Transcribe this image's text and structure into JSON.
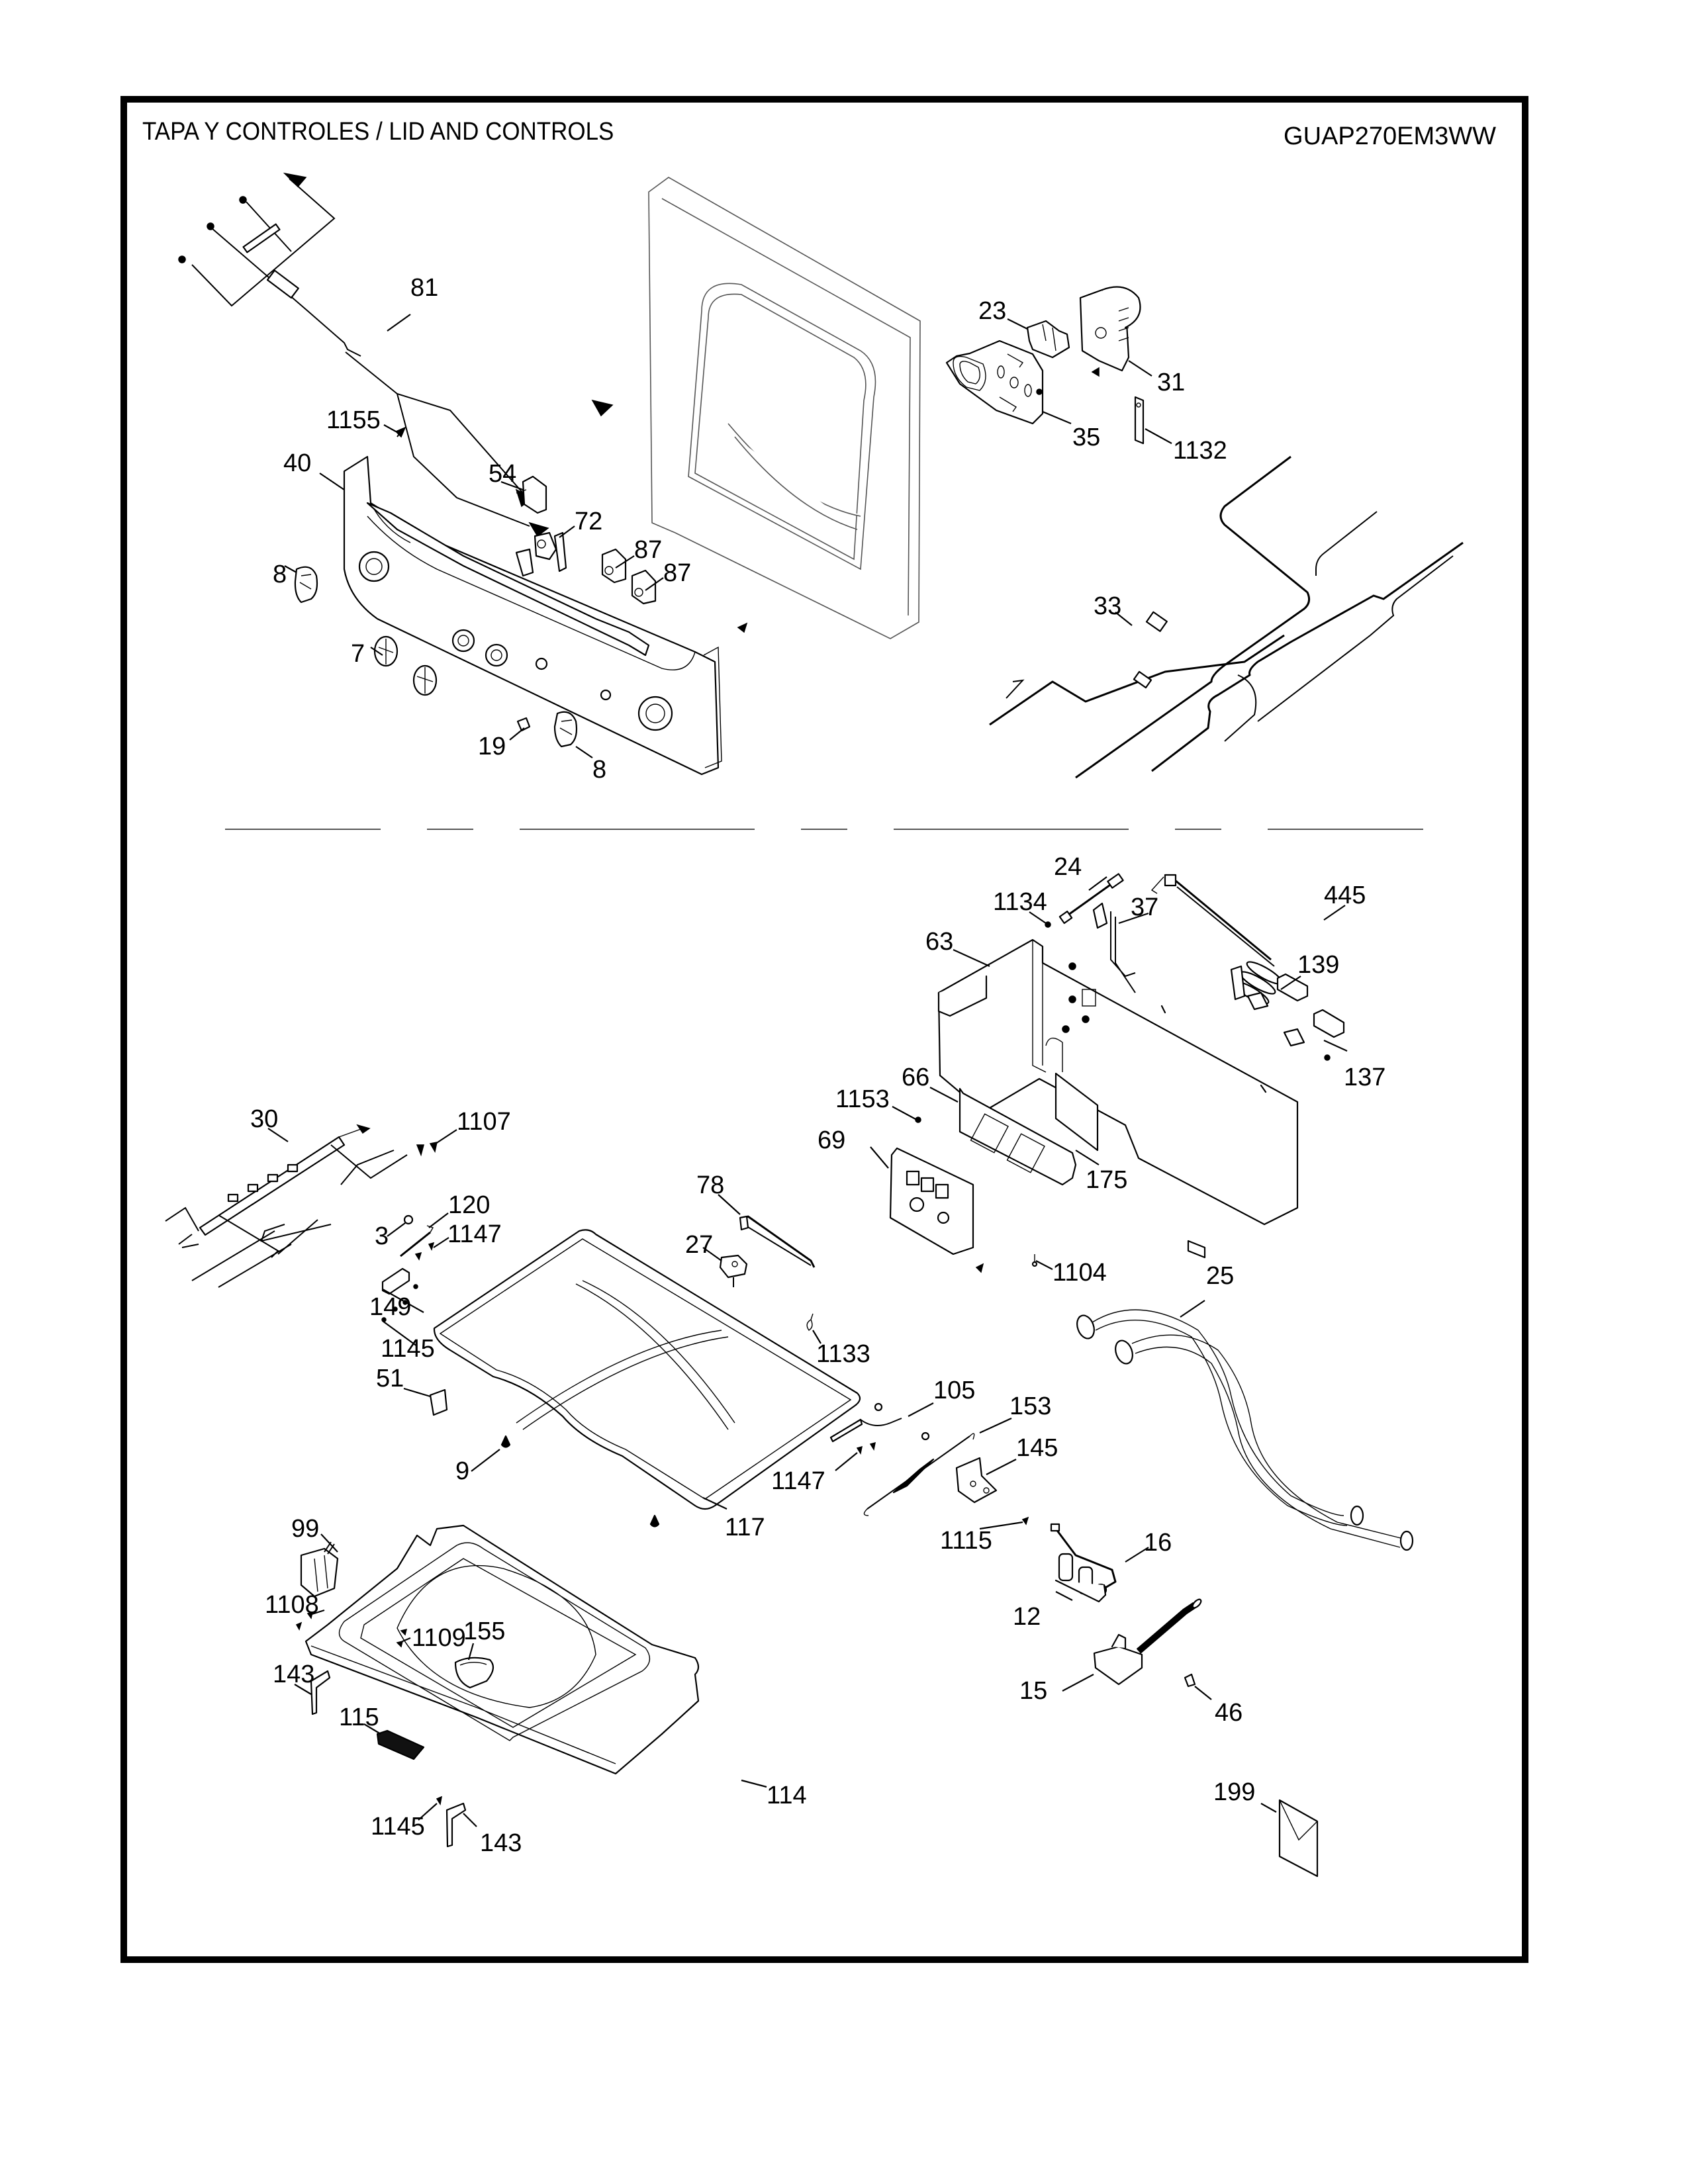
{
  "header": {
    "section_title": "TAPA Y  CONTROLES / LID AND CONTROLS",
    "model_number": "GUAP270EM3WW"
  },
  "callouts": [
    {
      "id": "81",
      "part": "wire-harness-console"
    },
    {
      "id": "1155",
      "part": "screw"
    },
    {
      "id": "40",
      "part": "control-panel-backsplash"
    },
    {
      "id": "54",
      "part": "switch"
    },
    {
      "id": "72",
      "part": "switch-board"
    },
    {
      "id": "87",
      "part": "rotary-switch"
    },
    {
      "id": "87b",
      "label": "87",
      "part": "rotary-switch"
    },
    {
      "id": "8",
      "part": "knob"
    },
    {
      "id": "7",
      "part": "knob-small"
    },
    {
      "id": "19",
      "part": "light-pipe"
    },
    {
      "id": "8b",
      "label": "8",
      "part": "knob"
    },
    {
      "id": "23",
      "part": "timer-switch"
    },
    {
      "id": "31",
      "part": "timer"
    },
    {
      "id": "35",
      "part": "timer-bracket"
    },
    {
      "id": "1132",
      "part": "strap"
    },
    {
      "id": "33",
      "part": "wire-harness-main"
    },
    {
      "id": "24",
      "part": "sensor-harness"
    },
    {
      "id": "1134",
      "part": "screw"
    },
    {
      "id": "37",
      "part": "wire-jumper"
    },
    {
      "id": "445",
      "part": "power-cord"
    },
    {
      "id": "63",
      "part": "control-box"
    },
    {
      "id": "139",
      "part": "fuse-holder"
    },
    {
      "id": "137",
      "part": "fuse"
    },
    {
      "id": "66",
      "part": "board-bracket"
    },
    {
      "id": "1153",
      "part": "screw"
    },
    {
      "id": "175",
      "part": "insulation-pad"
    },
    {
      "id": "69",
      "part": "control-board"
    },
    {
      "id": "30",
      "part": "wire-harness-lid"
    },
    {
      "id": "1107",
      "part": "screw"
    },
    {
      "id": "78",
      "part": "pressure-hose"
    },
    {
      "id": "120",
      "part": "lid-hinge-rod"
    },
    {
      "id": "3",
      "part": "bumper"
    },
    {
      "id": "1147",
      "part": "screw"
    },
    {
      "id": "27",
      "part": "pressure-switch"
    },
    {
      "id": "1104",
      "part": "screw"
    },
    {
      "id": "25",
      "part": "fill-hoses"
    },
    {
      "id": "149",
      "part": "lid-latch"
    },
    {
      "id": "1145",
      "part": "screw"
    },
    {
      "id": "1133",
      "part": "clip"
    },
    {
      "id": "51",
      "part": "lid-switch-actuator"
    },
    {
      "id": "105",
      "part": "lid-hinge"
    },
    {
      "id": "153",
      "part": "spring"
    },
    {
      "id": "145",
      "part": "hinge-bracket"
    },
    {
      "id": "9",
      "part": "bumper-foot"
    },
    {
      "id": "1147b",
      "label": "1147",
      "part": "screw"
    },
    {
      "id": "117",
      "part": "lid"
    },
    {
      "id": "1115",
      "part": "screw"
    },
    {
      "id": "16",
      "part": "thermistor-harness"
    },
    {
      "id": "99",
      "part": "lid-lock"
    },
    {
      "id": "12",
      "part": "water-valve"
    },
    {
      "id": "1108",
      "part": "screw"
    },
    {
      "id": "1109",
      "part": "screw"
    },
    {
      "id": "155",
      "part": "dispenser-cup"
    },
    {
      "id": "15",
      "part": "fill-funnel"
    },
    {
      "id": "46",
      "part": "hose-clamp"
    },
    {
      "id": "143",
      "part": "bracket"
    },
    {
      "id": "115",
      "part": "hinge-cover"
    },
    {
      "id": "114",
      "part": "top-cover"
    },
    {
      "id": "199",
      "part": "literature-envelope"
    },
    {
      "id": "1145b",
      "label": "1145",
      "part": "screw"
    },
    {
      "id": "143b",
      "label": "143",
      "part": "bracket"
    }
  ],
  "labels": {
    "81": "81",
    "1155": "1155",
    "40": "40",
    "54": "54",
    "72": "72",
    "87": "87",
    "87b": "87",
    "8": "8",
    "7": "7",
    "19": "19",
    "8b": "8",
    "23": "23",
    "31": "31",
    "35": "35",
    "1132": "1132",
    "33": "33",
    "24": "24",
    "1134": "1134",
    "37": "37",
    "445": "445",
    "63": "63",
    "139": "139",
    "137": "137",
    "66": "66",
    "1153": "1153",
    "175": "175",
    "69": "69",
    "30": "30",
    "1107": "1107",
    "78": "78",
    "120": "120",
    "3": "3",
    "1147": "1147",
    "27": "27",
    "1104": "1104",
    "25": "25",
    "149": "149",
    "1145": "1145",
    "1133": "1133",
    "51": "51",
    "105": "105",
    "153": "153",
    "145": "145",
    "9": "9",
    "1147b": "1147",
    "117": "117",
    "1115": "1115",
    "16": "16",
    "99": "99",
    "12": "12",
    "1108": "1108",
    "1109": "1109",
    "155": "155",
    "15": "15",
    "46": "46",
    "143": "143",
    "115": "115",
    "114": "114",
    "199": "199",
    "1145b": "1145",
    "143b": "143"
  }
}
